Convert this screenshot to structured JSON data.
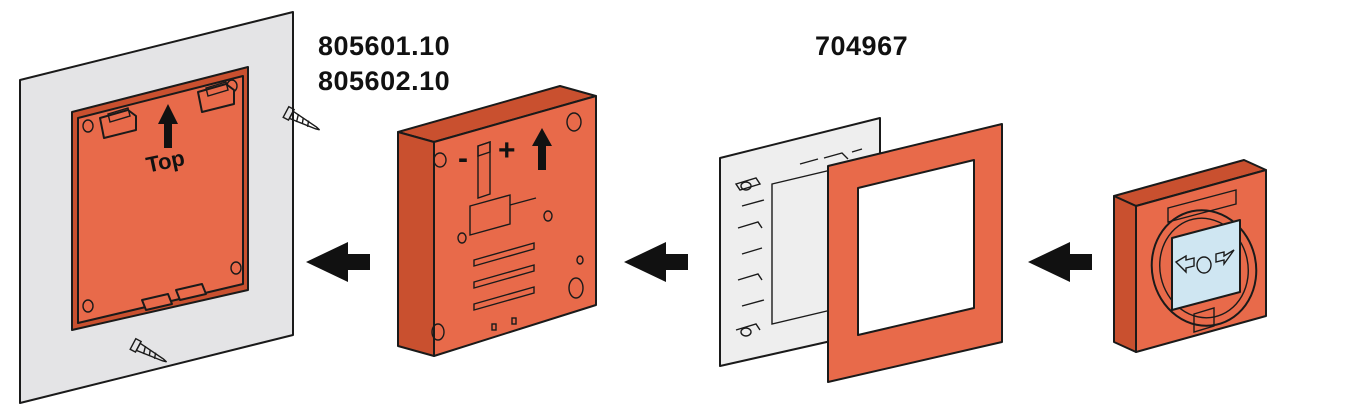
{
  "labels": {
    "part_a_line1": "805601.10",
    "part_a_line2": "805602.10",
    "part_b": "704967",
    "top_marker": "Top",
    "minus": "-",
    "plus": "+"
  },
  "colors": {
    "housing_orange": "#e86a4a",
    "housing_dark": "#c9502f",
    "wall_grey": "#e4e4e6",
    "frame_grey": "#eeeeee",
    "window_blue": "#cfe6f2",
    "arrow_black": "#111111"
  },
  "icons": [
    "left-arrow-icon",
    "up-arrow-icon",
    "screw-icon",
    "call-point-arrow-icon"
  ]
}
